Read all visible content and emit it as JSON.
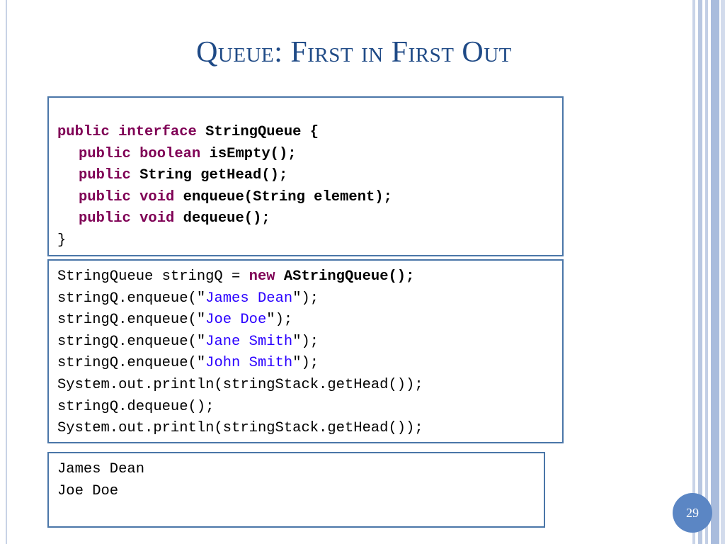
{
  "title": "Queue: First in First Out",
  "interface_box": {
    "line1": {
      "kw1": "public",
      "kw2": "interface",
      "name": "StringQueue",
      "brace": "{"
    },
    "line2": {
      "kw1": "public",
      "kw2": "boolean",
      "rest": "isEmpty();"
    },
    "line3": {
      "kw1": "public",
      "rest": "String getHead();"
    },
    "line4": {
      "kw1": "public",
      "kw2": "void",
      "rest": "enqueue(String element);"
    },
    "line5": {
      "kw1": "public",
      "kw2": "void",
      "rest": "dequeue();"
    },
    "line6": {
      "brace": "}"
    }
  },
  "usage_box": {
    "line1": {
      "pre": "StringQueue stringQ = ",
      "kw": "new",
      "post": "AStringQueue();"
    },
    "line2": {
      "pre": "stringQ.enqueue(",
      "q1": "\"",
      "str": "James Dean",
      "q2": "\"",
      "post": ");"
    },
    "line3": {
      "pre": "stringQ.enqueue(",
      "q1": "\"",
      "str": "Joe Doe",
      "q2": "\"",
      "post": ");"
    },
    "line4": {
      "pre": "stringQ.enqueue(",
      "q1": "\"",
      "str": "Jane Smith",
      "q2": "\"",
      "post": ");"
    },
    "line5": {
      "pre": "stringQ.enqueue(",
      "q1": "\"",
      "str": "John Smith",
      "q2": "\"",
      "post": ");"
    },
    "line6": "System.out.println(stringStack.getHead());",
    "line7": "stringQ.dequeue();",
    "line8": "System.out.println(stringStack.getHead());"
  },
  "output_box": {
    "line1": "James Dean",
    "line2": "Joe Doe"
  },
  "page_number": "29",
  "colors": {
    "title": "#1f4a86",
    "keyword": "#7f0055",
    "string": "#2a00ff",
    "box_border": "#4a76a8",
    "badge": "#5b86c4"
  }
}
